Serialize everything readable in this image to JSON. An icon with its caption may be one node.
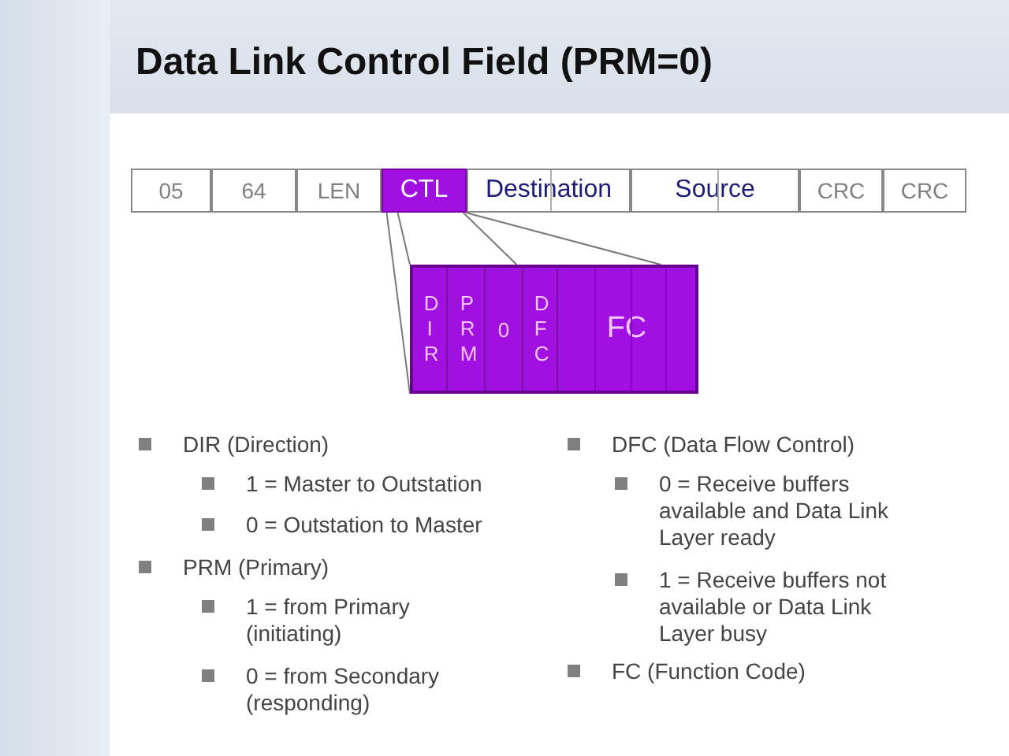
{
  "diagram": {
    "title": "Data Link Control Field (PRM=0)",
    "nodes": [
      {
        "text": [
          "05"
        ]
      },
      {
        "text": [
          "64"
        ]
      },
      {
        "text": [
          "LEN"
        ]
      },
      {
        "text": [
          "CTL"
        ]
      },
      {
        "text": [
          "Destination"
        ]
      },
      {
        "text": [
          "Source"
        ]
      },
      {
        "text": [
          "CRC"
        ]
      },
      {
        "text": [
          "CRC"
        ]
      },
      {
        "text": [],
        "shape": "box"
      },
      {
        "text": [
          "DIR"
        ],
        "in": 8
      },
      {
        "text": [
          "PRM"
        ],
        "in": 8
      },
      {
        "text": [
          "0"
        ],
        "in": 8
      },
      {
        "text": [
          "DFC"
        ],
        "in": 8
      },
      {
        "text": [
          "FC"
        ],
        "in": 8
      }
    ],
    "edges": [
      {
        "from": 3,
        "to": 8,
        "arrow": "none"
      },
      {
        "from": 3,
        "to": 8,
        "arrow": "none"
      },
      {
        "from": 3,
        "to": 8,
        "arrow": "none"
      },
      {
        "from": 3,
        "to": 8,
        "arrow": "none"
      }
    ],
    "labels": [
      "DIR (Direction)",
      "1 = Master to Outstation",
      "0 = Outstation to Master",
      "PRM (Primary)",
      "1 = from Primary (initiating)",
      "0 = from Secondary (responding)",
      "DFC (Data Flow Control)",
      "0 = Receive buffers available and Data Link Layer ready",
      "1 = Receive buffers not available or Data Link Layer busy",
      "FC (Function Code)"
    ]
  }
}
